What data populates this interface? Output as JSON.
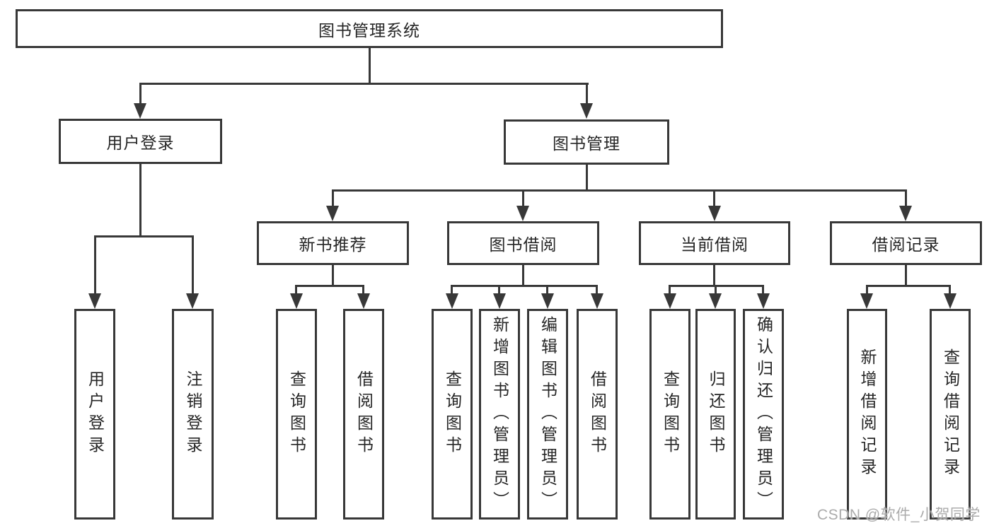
{
  "colors": {
    "background": "#ffffff",
    "line": "#383838",
    "box_border": "#383838",
    "text": "#262626",
    "watermark_text": "#ababab"
  },
  "watermark": {
    "text": "CSDN @软件_小贺同学"
  },
  "nodes": {
    "root": {
      "label": "图书管理系统"
    },
    "level2": [
      {
        "label": "用户登录"
      },
      {
        "label": "图书管理"
      }
    ],
    "level3": [
      {
        "label": "新书推荐"
      },
      {
        "label": "图书借阅"
      },
      {
        "label": "当前借阅"
      },
      {
        "label": "借阅记录"
      }
    ],
    "leaves_user_login": [
      {
        "label": "用户登录"
      },
      {
        "label": "注销登录"
      }
    ],
    "leaves_new_book": [
      {
        "label": "查询图书"
      },
      {
        "label": "借阅图书"
      }
    ],
    "leaves_book_borrow": [
      {
        "label": "查询图书"
      },
      {
        "label": "新增图书（管理员）"
      },
      {
        "label": "编辑图书（管理员）"
      },
      {
        "label": "借阅图书"
      }
    ],
    "leaves_current_borrow": [
      {
        "label": "查询图书"
      },
      {
        "label": "归还图书"
      },
      {
        "label": "确认归还（管理员）"
      }
    ],
    "leaves_borrow_record": [
      {
        "label": "新增借阅记录"
      },
      {
        "label": "查询借阅记录"
      }
    ]
  },
  "hierarchy": {
    "root": "图书管理系统",
    "children": [
      {
        "label": "用户登录",
        "children": [
          "用户登录",
          "注销登录"
        ]
      },
      {
        "label": "图书管理",
        "children": [
          {
            "label": "新书推荐",
            "children": [
              "查询图书",
              "借阅图书"
            ]
          },
          {
            "label": "图书借阅",
            "children": [
              "查询图书",
              "新增图书（管理员）",
              "编辑图书（管理员）",
              "借阅图书"
            ]
          },
          {
            "label": "当前借阅",
            "children": [
              "查询图书",
              "归还图书",
              "确认归还（管理员）"
            ]
          },
          {
            "label": "借阅记录",
            "children": [
              "新增借阅记录",
              "查询借阅记录"
            ]
          }
        ]
      }
    ]
  }
}
